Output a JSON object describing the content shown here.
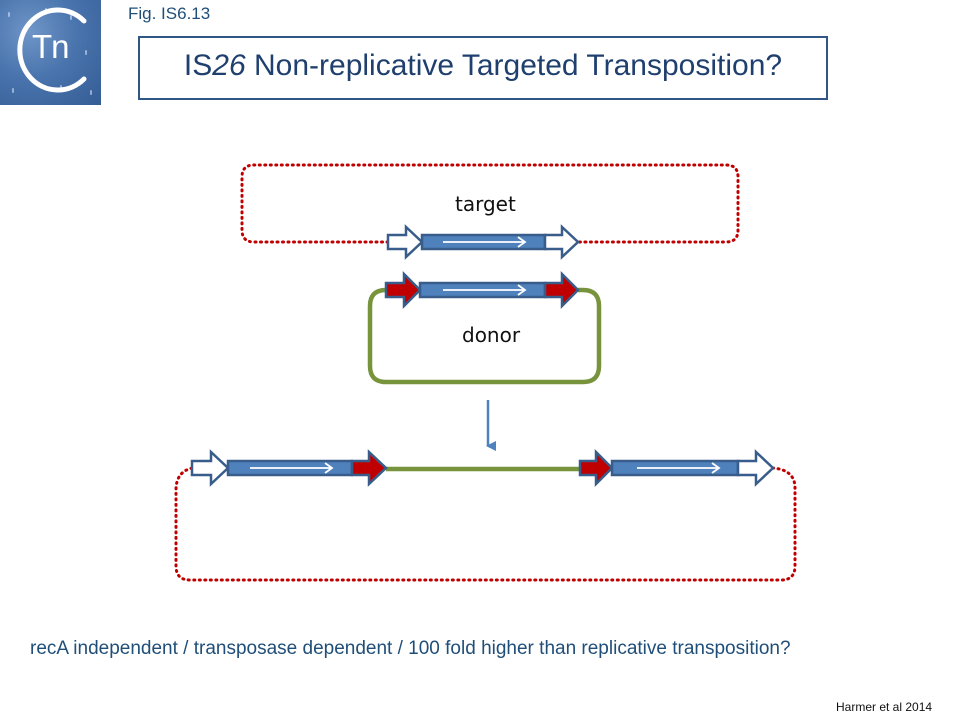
{
  "logo": {
    "text": "Tn",
    "icon": "tn-logo-icon"
  },
  "figure_label": "Fig. IS6.13",
  "title": {
    "prefix": "IS",
    "italic_part": "26",
    "rest": " Non-replicative Targeted Transposition?"
  },
  "diagram": {
    "target_label": "target",
    "donor_label": "donor",
    "colors": {
      "target_loop": "#c00000",
      "donor_loop": "#77933c",
      "is_element_fill": "#4f81bd",
      "is_element_border": "#385d8a",
      "direct_repeat_red": "#c00000",
      "direct_repeat_white": "#ffffff",
      "process_arrow": "#4f81bd"
    },
    "elements": [
      "target-site-left",
      "target-is-element",
      "target-site-right",
      "donor-repeat-left",
      "donor-is-element",
      "donor-repeat-right",
      "product-target-left",
      "product-is-left",
      "product-repeat-left",
      "product-donor-segment",
      "product-repeat-right",
      "product-is-right",
      "product-target-right"
    ]
  },
  "caption": "recA independent / transposase dependent / 100 fold higher than replicative transposition?",
  "citation": "Harmer et al 2014"
}
